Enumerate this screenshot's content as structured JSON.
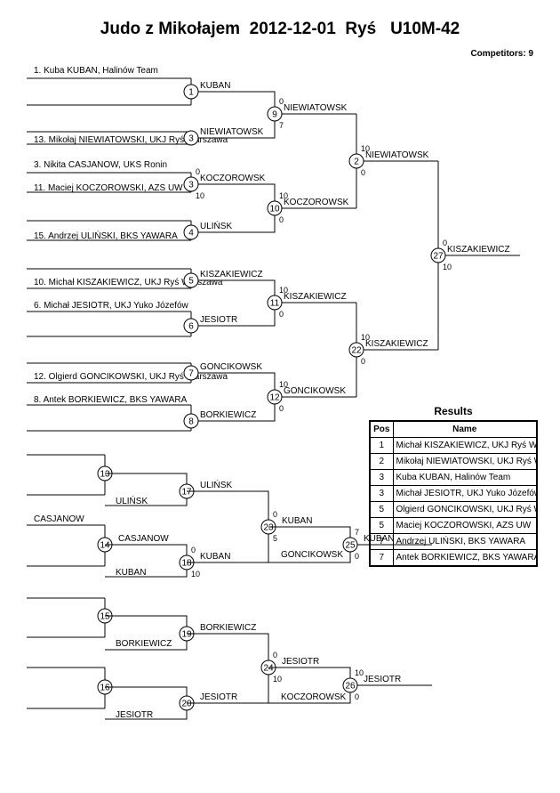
{
  "title": "Judo z Mikołajem  2012-12-01  Ryś   U10M-42",
  "competitors": "Competitors: 9",
  "entries": [
    {
      "id": "e1",
      "text": "1. Kuba KUBAN, Halinów Team"
    },
    {
      "id": "e13",
      "text": "13. Mikołaj NIEWIATOWSKI, UKJ Ryś Warszawa"
    },
    {
      "id": "e3",
      "text": "3. Nikita CASJANOW, UKS Ronin"
    },
    {
      "id": "e11",
      "text": "11. Maciej KOCZOROWSKI, AZS UW"
    },
    {
      "id": "e15",
      "text": "15. Andrzej ULIŃSKI, BKS YAWARA"
    },
    {
      "id": "e10",
      "text": "10. Michał KISZAKIEWICZ, UKJ Ryś Warszawa"
    },
    {
      "id": "e6",
      "text": "6. Michał JESIOTR, UKJ Yuko Józefów"
    },
    {
      "id": "e12",
      "text": "12. Olgierd GONCIKOWSKI, UKJ Ryś Warszawa"
    },
    {
      "id": "e8",
      "text": "8. Antek BORKIEWICZ, BKS YAWARA"
    }
  ],
  "main_matches": [
    {
      "n": "1",
      "winner": "KUBAN",
      "s1": "",
      "s2": ""
    },
    {
      "n": "3",
      "winner": "NIEWIATOWSK",
      "s1": "",
      "s2": ""
    },
    {
      "n": "9",
      "winner": "NIEWIATOWSK",
      "s1": "0",
      "s2": "7"
    },
    {
      "n": "3",
      "winner": "KOCZOROWSK",
      "s1": "0",
      "s2": "10"
    },
    {
      "n": "4",
      "winner": "ULIŃSK",
      "s1": "",
      "s2": ""
    },
    {
      "n": "10",
      "winner": "KOCZOROWSK",
      "s1": "10",
      "s2": "0"
    },
    {
      "n": "2",
      "winner": "NIEWIATOWSK",
      "s1": "10",
      "s2": "0"
    },
    {
      "n": "5",
      "winner": "KISZAKIEWICZ",
      "s1": "",
      "s2": ""
    },
    {
      "n": "6",
      "winner": "JESIOTR",
      "s1": "",
      "s2": ""
    },
    {
      "n": "11",
      "winner": "KISZAKIEWICZ",
      "s1": "10",
      "s2": "0"
    },
    {
      "n": "7",
      "winner": "GONCIKOWSK",
      "s1": "",
      "s2": ""
    },
    {
      "n": "8",
      "winner": "BORKIEWICZ",
      "s1": "",
      "s2": ""
    },
    {
      "n": "12",
      "winner": "GONCIKOWSK",
      "s1": "10",
      "s2": "0"
    },
    {
      "n": "22",
      "winner": "KISZAKIEWICZ",
      "s1": "10",
      "s2": "0"
    },
    {
      "n": "27",
      "winner": "KISZAKIEWICZ",
      "s1": "0",
      "s2": "10"
    }
  ],
  "repechage": [
    {
      "n": "13",
      "winner": "",
      "s1": "",
      "s2": ""
    },
    {
      "n": "17",
      "winner": "ULIŃSK",
      "s1": "",
      "s2": ""
    },
    {
      "n": "14",
      "winner": "CASJANOW",
      "s1": "",
      "s2": ""
    },
    {
      "n": "18",
      "winner": "KUBAN",
      "s1": "0",
      "s2": "10"
    },
    {
      "n": "23",
      "winner": "KUBAN",
      "s1": "0",
      "s2": "5"
    },
    {
      "n": "25",
      "winner": "KUBAN",
      "s1": "7",
      "s2": "0"
    },
    {
      "n": "15",
      "winner": "",
      "s1": "",
      "s2": ""
    },
    {
      "n": "19",
      "winner": "BORKIEWICZ",
      "s1": "",
      "s2": ""
    },
    {
      "n": "16",
      "winner": "",
      "s1": "",
      "s2": ""
    },
    {
      "n": "20",
      "winner": "JESIOTR",
      "s1": "",
      "s2": ""
    },
    {
      "n": "24",
      "winner": "JESIOTR",
      "s1": "0",
      "s2": "10"
    },
    {
      "n": "26",
      "winner": "JESIOTR",
      "s1": "10",
      "s2": "0"
    }
  ],
  "repechage_entries": [
    {
      "text": "CASJANOW"
    },
    {
      "text": "ULIŃSK"
    },
    {
      "text": "KUBAN"
    },
    {
      "text": "BORKIEWICZ"
    },
    {
      "text": "JESIOTR"
    },
    {
      "text": "GONCIKOWSK"
    },
    {
      "text": "KOCZOROWSK"
    }
  ],
  "results": {
    "title": "Results",
    "headers": [
      "Pos",
      "Name"
    ],
    "rows": [
      {
        "pos": "1",
        "name": "Michał KISZAKIEWICZ, UKJ Ryś Warszawa"
      },
      {
        "pos": "2",
        "name": "Mikołaj NIEWIATOWSKI, UKJ Ryś Warszawa"
      },
      {
        "pos": "3",
        "name": "Kuba KUBAN, Halinów Team"
      },
      {
        "pos": "3",
        "name": "Michał JESIOTR, UKJ Yuko Józefów"
      },
      {
        "pos": "5",
        "name": "Olgierd GONCIKOWSKI, UKJ Ryś Warszawa"
      },
      {
        "pos": "5",
        "name": "Maciej KOCZOROWSKI, AZS UW"
      },
      {
        "pos": "7",
        "name": "Andrzej ULIŃSKI, BKS YAWARA"
      },
      {
        "pos": "7",
        "name": "Antek BORKIEWICZ, BKS YAWARA"
      }
    ]
  }
}
